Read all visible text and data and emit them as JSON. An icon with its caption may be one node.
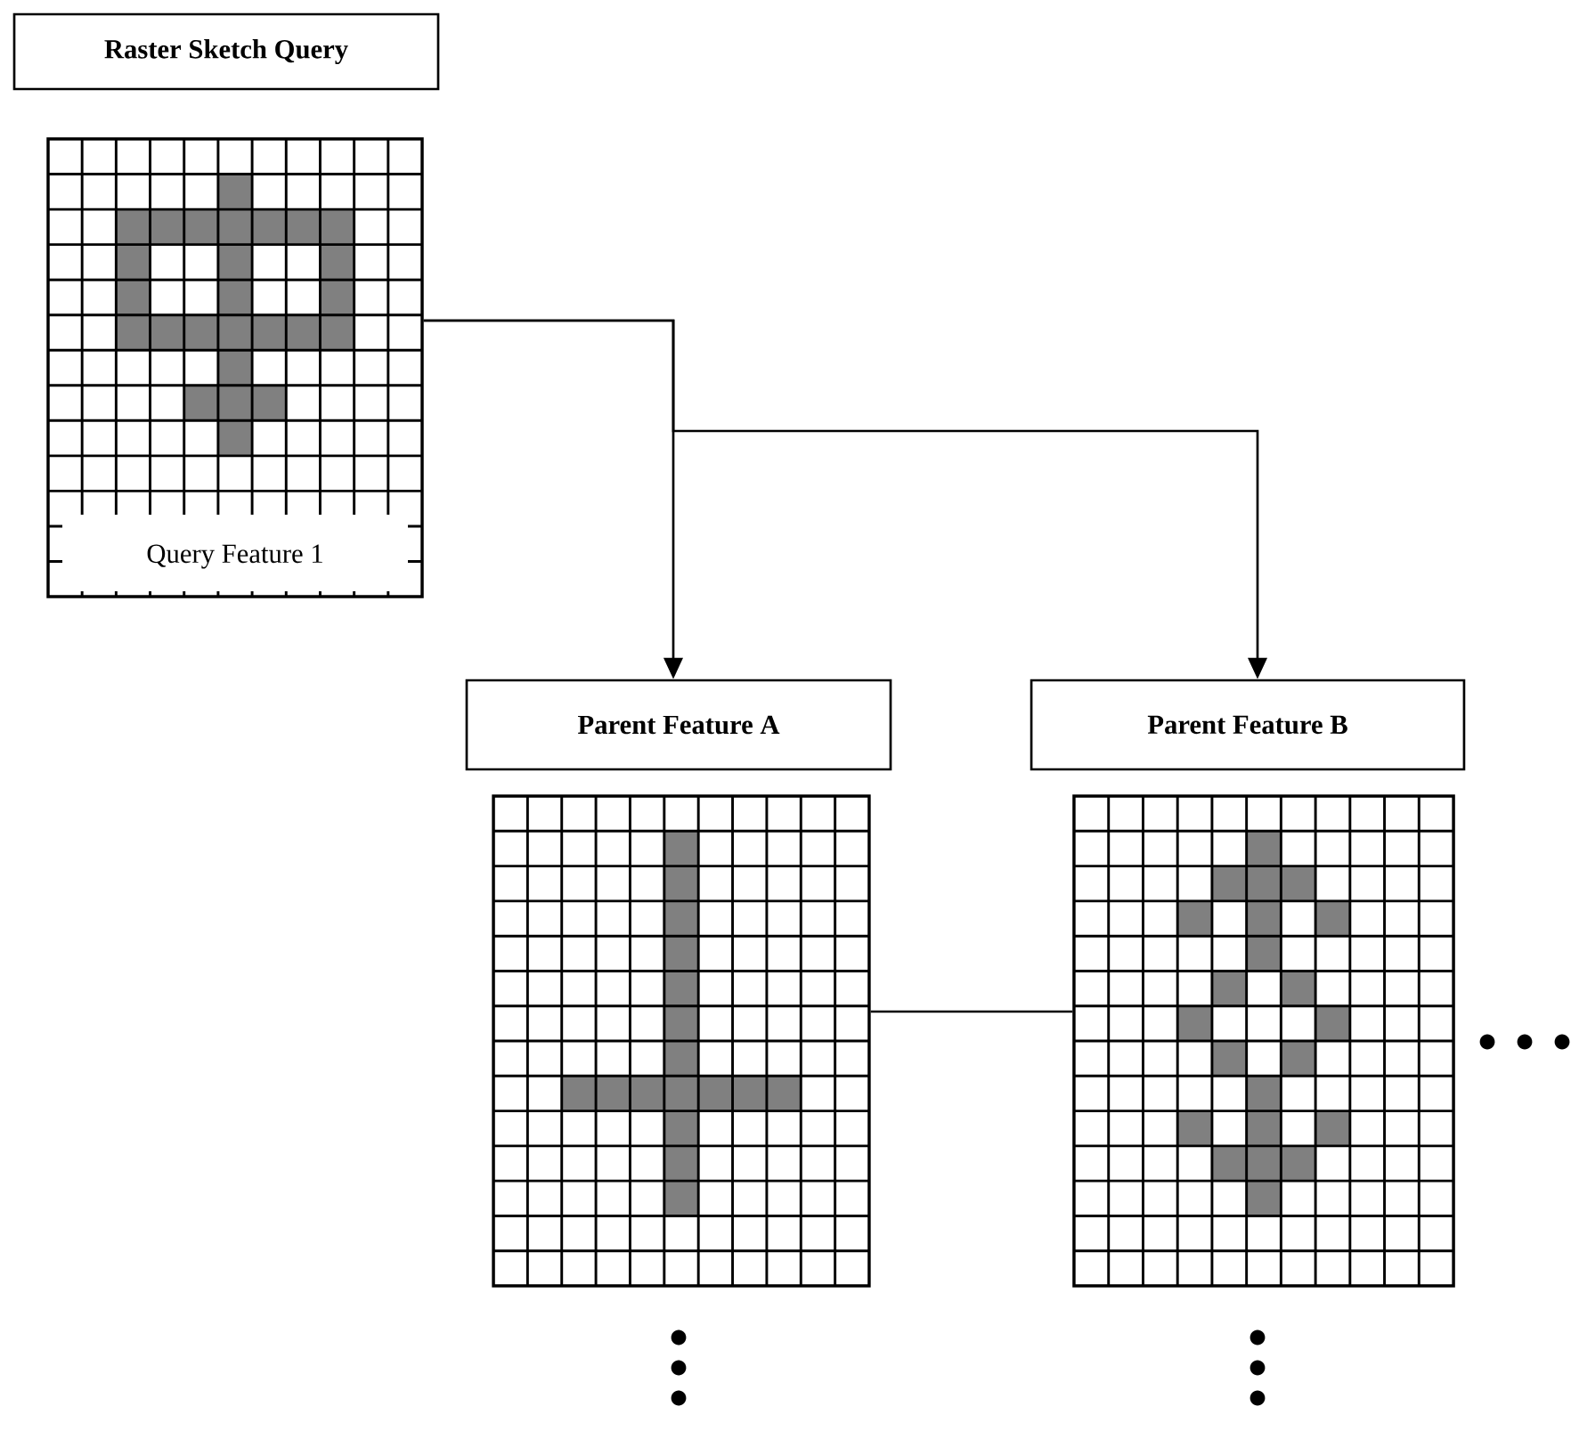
{
  "diagram": {
    "nodes": [
      {
        "text": [
          "Raster Sketch Query"
        ]
      },
      {
        "text": [
          "Query Feature 1"
        ]
      },
      {
        "text": [
          "Parent Feature A"
        ]
      },
      {
        "text": [
          "Parent Feature B"
        ]
      },
      {
        "text": [],
        "shape": "grid"
      },
      {
        "text": [],
        "shape": "grid"
      }
    ],
    "edges": [
      {
        "from": 1,
        "to": 2,
        "arrow": "to"
      },
      {
        "from": 1,
        "to": 3,
        "arrow": "to"
      },
      {
        "from": 4,
        "to": 5,
        "arrow": "none"
      }
    ]
  }
}
